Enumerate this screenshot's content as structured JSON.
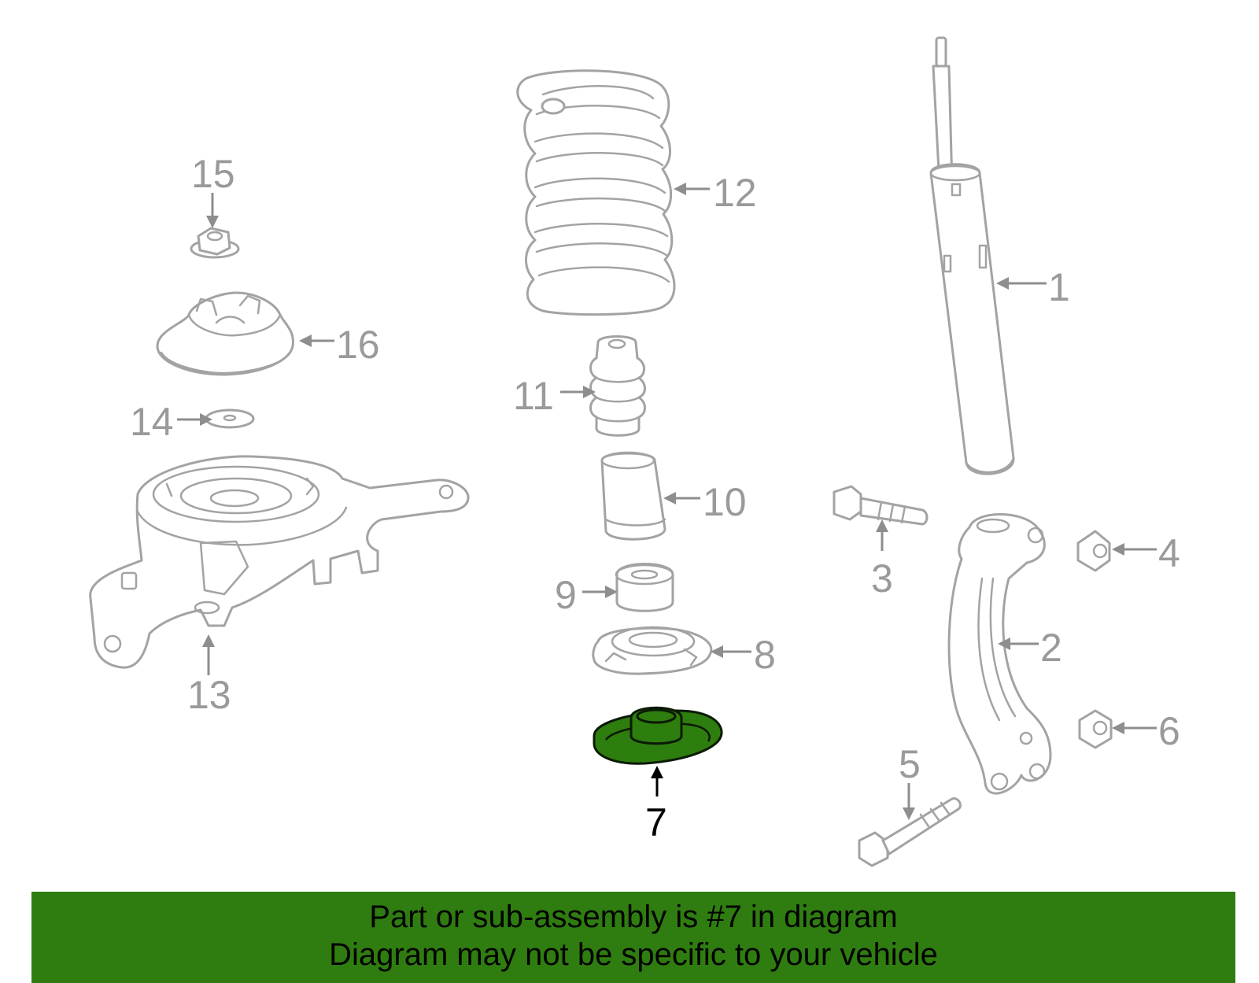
{
  "callouts": {
    "c1": "1",
    "c2": "2",
    "c3": "3",
    "c4": "4",
    "c5": "5",
    "c6": "6",
    "c7": "7",
    "c8": "8",
    "c9": "9",
    "c10": "10",
    "c11": "11",
    "c12": "12",
    "c13": "13",
    "c14": "14",
    "c15": "15",
    "c16": "16"
  },
  "highlighted_part": "7",
  "colors": {
    "highlight": "#2e7d0f",
    "banner": "#2f7d10",
    "line": "#a3a3a3"
  },
  "banner": {
    "line1": "Part or sub-assembly is #7 in diagram",
    "line2": "Diagram may not be specific to your vehicle"
  }
}
